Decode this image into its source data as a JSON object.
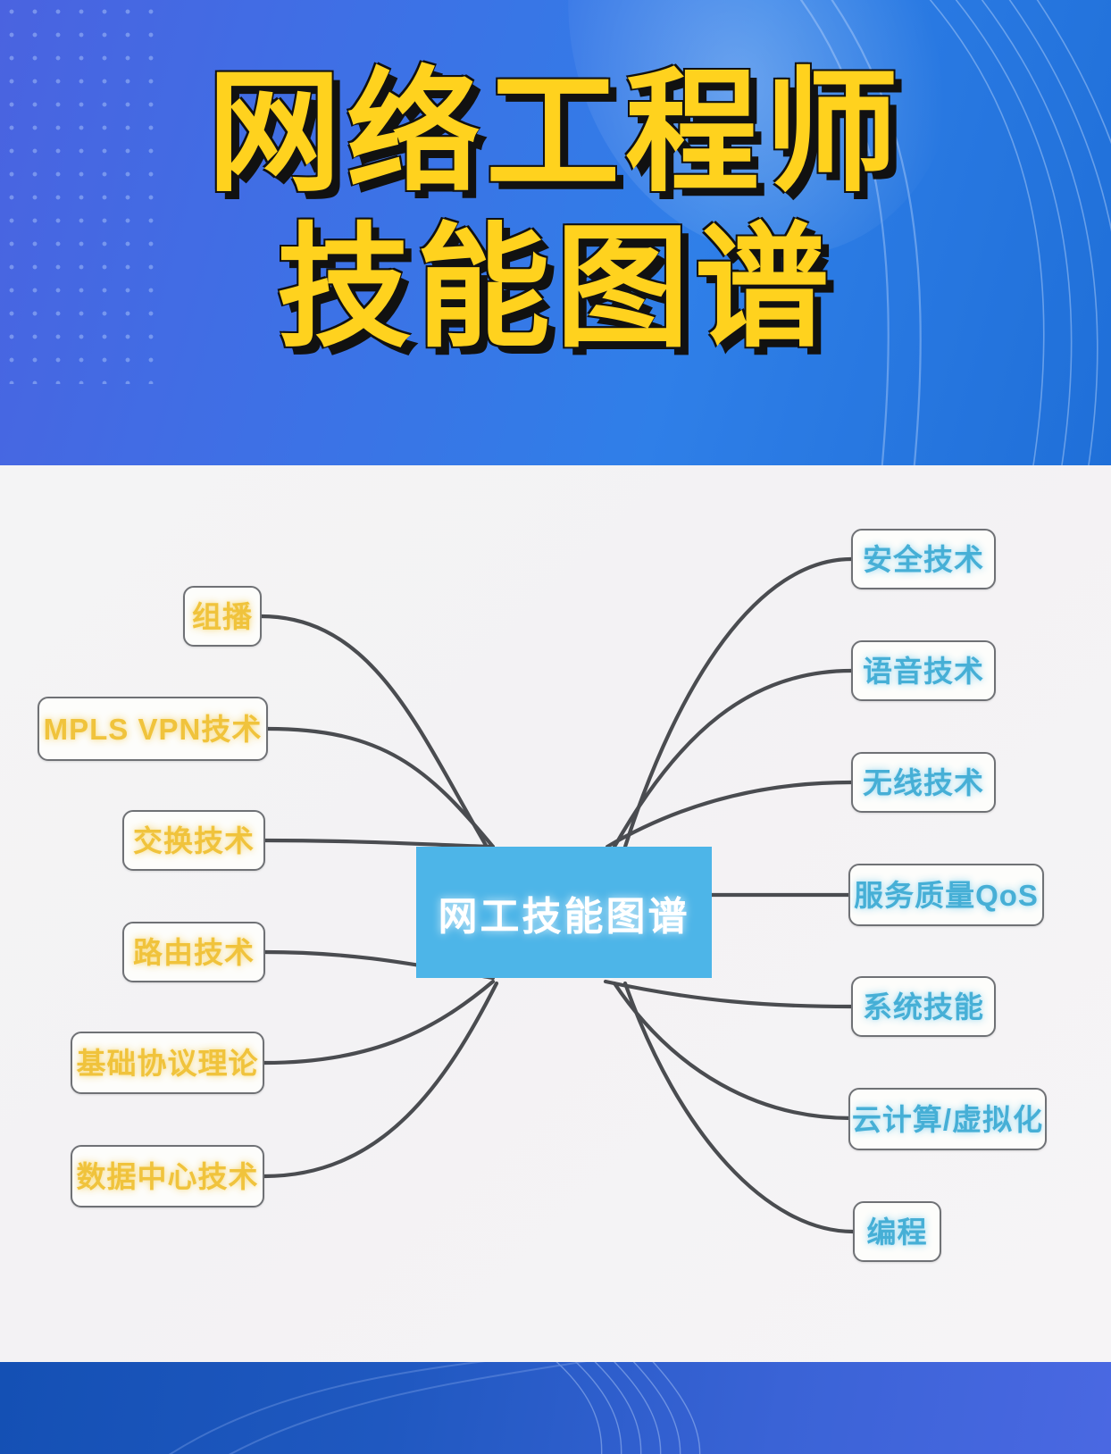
{
  "header": {
    "title_line1": "网络工程师",
    "title_line2": "技能图谱",
    "background_color": "#3f6fe5",
    "title_color": "#FFD21E",
    "title_shadow_color": "#111111"
  },
  "mindmap": {
    "center": {
      "label": "网工技能图谱",
      "fill_color": "#4DB5E8",
      "text_color": "#FFFFFF"
    },
    "left_branch_color": "#F0C33C",
    "right_branch_color": "#46AFD6",
    "edge_color": "#4a4c50",
    "node_border_color": "#6f7175",
    "node_fill_color": "#FDFDFB",
    "left_nodes": [
      {
        "label": "组播"
      },
      {
        "label": "MPLS VPN技术"
      },
      {
        "label": "交换技术"
      },
      {
        "label": "路由技术"
      },
      {
        "label": "基础协议理论"
      },
      {
        "label": "数据中心技术"
      }
    ],
    "right_nodes": [
      {
        "label": "安全技术"
      },
      {
        "label": "语音技术"
      },
      {
        "label": "无线技术"
      },
      {
        "label": "服务质量QoS"
      },
      {
        "label": "系统技能"
      },
      {
        "label": "云计算/虚拟化"
      },
      {
        "label": "编程"
      }
    ]
  },
  "footer": {
    "background_color": "#1f58c0"
  }
}
